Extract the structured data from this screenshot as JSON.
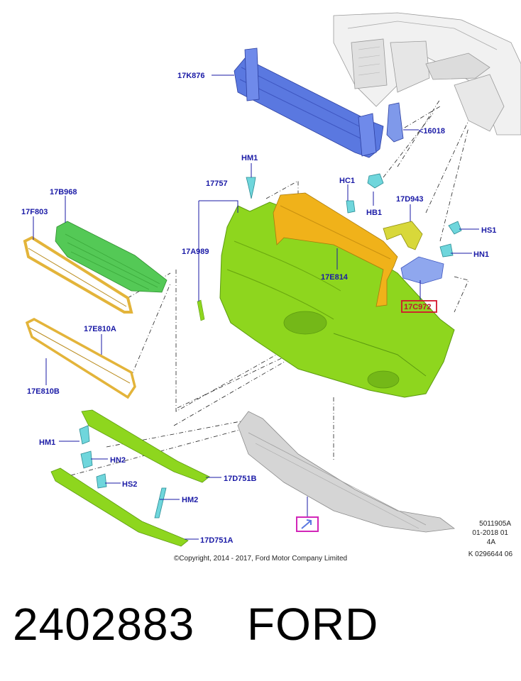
{
  "labels": {
    "bumper_reinforcement": "17K876",
    "bracket_16018": "<16018",
    "screw_hm1_top": "HM1",
    "clip_hc1": "HC1",
    "bolt_hb1": "HB1",
    "bracket_17d943": "17D943",
    "grille_17b968": "17B968",
    "bezel_17f803": "17F803",
    "bumper_cover_17757": "17757",
    "clip_17a989": "17A989",
    "absorber_17e814": "17E814",
    "screw_hs1": "HS1",
    "nut_hn1": "HN1",
    "bracket_17c972": "17C972",
    "molding_17e810a": "17E810A",
    "molding_17e810b": "17E810B",
    "screw_hm1_low": "HM1",
    "nut_hn2": "HN2",
    "screw_hs2": "HS2",
    "screw_hm2": "HM2",
    "molding_17d751b": "17D751B",
    "molding_17d751a": "17D751A"
  },
  "meta": {
    "line1": "5011905A",
    "line2": "01-2018 01",
    "line3": "4A",
    "line4": "K 0296644 06"
  },
  "copyright": "©Copyright, 2014 - 2017, Ford Motor Company Limited",
  "footer": {
    "part_number": "2402883",
    "brand": "FORD"
  },
  "colors": {
    "reinforcement": "#5a78e0",
    "bumper_cover": "#8ed61e",
    "absorber": "#f0b21a",
    "bezel": "#e3b43a",
    "grille": "#54c956",
    "bracket": "#8fa7ee",
    "fastener": "#6fd6dc",
    "undertray": "#c9c9c9",
    "label": "#1a1aa6",
    "highlight_red": "#d4142b",
    "highlight_magenta": "#d226b8"
  }
}
